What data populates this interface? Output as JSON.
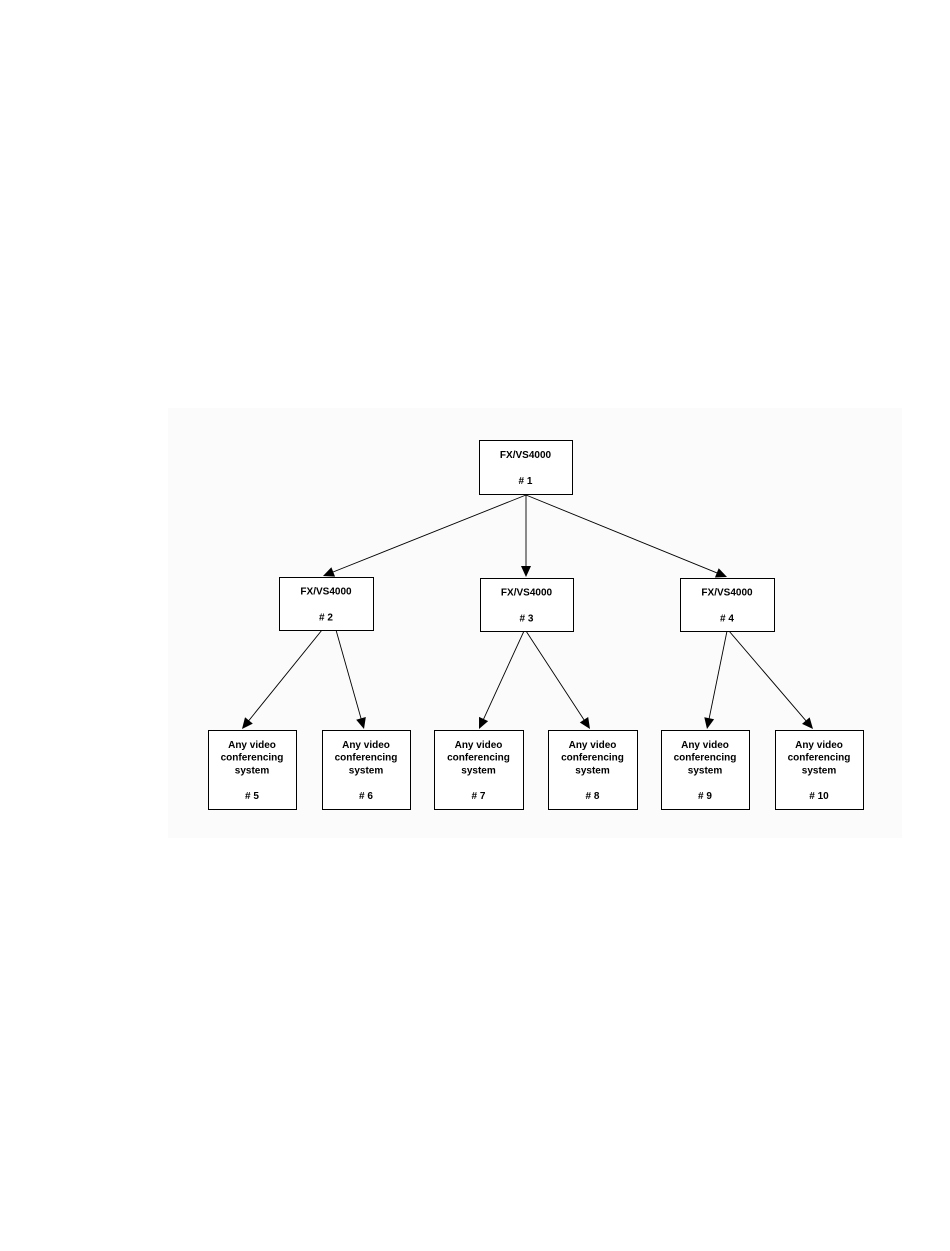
{
  "nodes": [
    {
      "id": "n1",
      "lines": [
        "FX/VS4000",
        "",
        "# 1"
      ]
    },
    {
      "id": "n2",
      "lines": [
        "FX/VS4000",
        "",
        "# 2"
      ]
    },
    {
      "id": "n3",
      "lines": [
        "FX/VS4000",
        "",
        "# 3"
      ]
    },
    {
      "id": "n4",
      "lines": [
        "FX/VS4000",
        "",
        "# 4"
      ]
    },
    {
      "id": "n5",
      "lines": [
        "Any video",
        "conferencing",
        "system",
        "",
        "# 5"
      ]
    },
    {
      "id": "n6",
      "lines": [
        "Any video",
        "conferencing",
        "system",
        "",
        "# 6"
      ]
    },
    {
      "id": "n7",
      "lines": [
        "Any video",
        "conferencing",
        "system",
        "",
        "# 7"
      ]
    },
    {
      "id": "n8",
      "lines": [
        "Any video",
        "conferencing",
        "system",
        "",
        "# 8"
      ]
    },
    {
      "id": "n9",
      "lines": [
        "Any video",
        "conferencing",
        "system",
        "",
        "# 9"
      ]
    },
    {
      "id": "n10",
      "lines": [
        "Any video",
        "conferencing",
        "system",
        "",
        "# 10"
      ]
    }
  ],
  "edges": [
    {
      "from": "n1",
      "to": "n2"
    },
    {
      "from": "n1",
      "to": "n3"
    },
    {
      "from": "n1",
      "to": "n4"
    },
    {
      "from": "n2",
      "to": "n5"
    },
    {
      "from": "n2",
      "to": "n6"
    },
    {
      "from": "n3",
      "to": "n7"
    },
    {
      "from": "n3",
      "to": "n8"
    },
    {
      "from": "n4",
      "to": "n9"
    },
    {
      "from": "n4",
      "to": "n10"
    }
  ]
}
